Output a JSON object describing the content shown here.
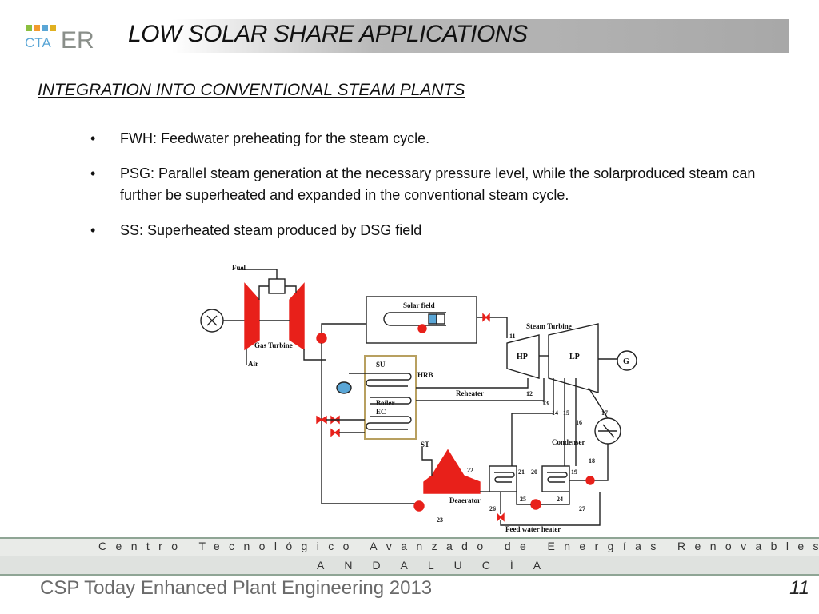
{
  "logo": {
    "text_cta": "CTA",
    "text_er": "ER"
  },
  "header": {
    "title": "LOW SOLAR SHARE APPLICATIONS"
  },
  "subtitle": "INTEGRATION INTO CONVENTIONAL STEAM PLANTS",
  "bullets": [
    "FWH: Feedwater preheating for the steam cycle.",
    "PSG: Parallel steam generation at the necessary pressure level, while the solarproduced steam can further be superheated and expanded in the conventional steam cycle.",
    "SS: Superheated steam produced by DSG field"
  ],
  "diagram": {
    "labels": {
      "fuel": "Fuel",
      "gas_turbine": "Gas Turbine",
      "air": "Air",
      "solar_field": "Solar field",
      "steam_turbine": "Steam Turbine",
      "hp": "HP",
      "lp": "LP",
      "g": "G",
      "su": "SU",
      "hrb": "HRB",
      "reheater": "Reheater",
      "boiler": "Boiler",
      "ec": "EC",
      "st": "ST",
      "condenser": "Condenser",
      "deaerator": "Deaerator",
      "feed_water_heater": "Feed water heater"
    },
    "numbers": [
      "11",
      "12",
      "13",
      "14",
      "15",
      "16",
      "17",
      "18",
      "19",
      "20",
      "21",
      "22",
      "23",
      "24",
      "25",
      "26",
      "27"
    ]
  },
  "footer": {
    "centro": "Centro Tecnológico Avanzado de Energías Renovables",
    "andalucia": "ANDALUCÍA",
    "presentation": "CSP Today Enhanced Plant Engineering 2013",
    "page_number": "11"
  },
  "colors": {
    "accent_red": "#e8201a",
    "logo_green": "#8bbf3f",
    "logo_blue": "#5aa6d6",
    "logo_orange": "#f29a2e"
  }
}
